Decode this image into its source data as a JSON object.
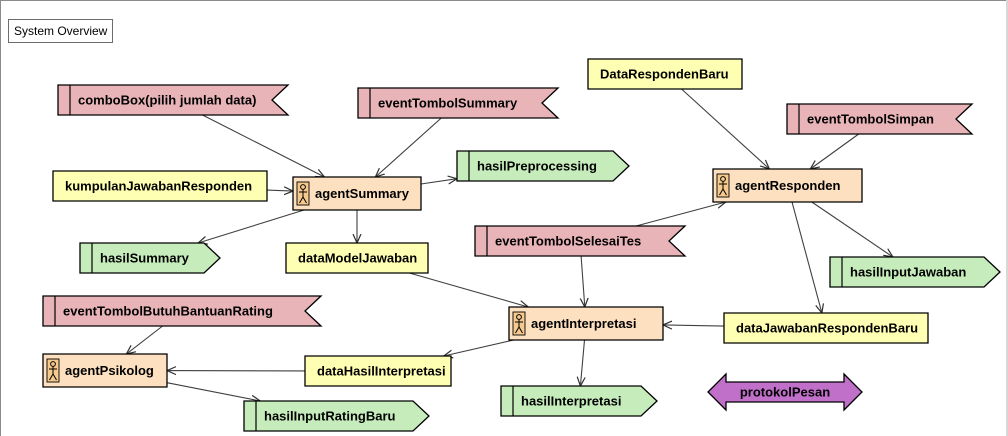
{
  "diagram": {
    "title": "System Overview",
    "nodes": [
      {
        "id": "comboBox",
        "label": "comboBox(pilih jumlah data)",
        "kind": "event"
      },
      {
        "id": "eventTombolSummary",
        "label": "eventTombolSummary",
        "kind": "event"
      },
      {
        "id": "DataRespondenBaru",
        "label": "DataRespondenBaru",
        "kind": "data"
      },
      {
        "id": "eventTombolSimpan",
        "label": "eventTombolSimpan",
        "kind": "event"
      },
      {
        "id": "kumpulanJawabanResponden",
        "label": "kumpulanJawabanResponden",
        "kind": "data"
      },
      {
        "id": "agentSummary",
        "label": "agentSummary",
        "kind": "agent"
      },
      {
        "id": "hasilPreprocessing",
        "label": "hasilPreprocessing",
        "kind": "output"
      },
      {
        "id": "agentResponden",
        "label": "agentResponden",
        "kind": "agent"
      },
      {
        "id": "hasilSummary",
        "label": "hasilSummary",
        "kind": "output"
      },
      {
        "id": "dataModelJawaban",
        "label": "dataModelJawaban",
        "kind": "data"
      },
      {
        "id": "eventTombolSelesaiTes",
        "label": "eventTombolSelesaiTes",
        "kind": "event"
      },
      {
        "id": "hasilInputJawaban",
        "label": "hasilInputJawaban",
        "kind": "output"
      },
      {
        "id": "eventTombolButuhBantuanRating",
        "label": "eventTombolButuhBantuanRating",
        "kind": "event"
      },
      {
        "id": "agentInterpretasi",
        "label": "agentInterpretasi",
        "kind": "agent"
      },
      {
        "id": "dataJawabanRespondenBaru",
        "label": "dataJawabanRespondenBaru",
        "kind": "data"
      },
      {
        "id": "agentPsikolog",
        "label": "agentPsikolog",
        "kind": "agent"
      },
      {
        "id": "dataHasilInterpretasi",
        "label": "dataHasilInterpretasi",
        "kind": "data"
      },
      {
        "id": "hasilInterpretasi",
        "label": "hasilInterpretasi",
        "kind": "output"
      },
      {
        "id": "protokolPesan",
        "label": "protokolPesan",
        "kind": "protocol"
      },
      {
        "id": "hasilInputRatingBaru",
        "label": "hasilInputRatingBaru",
        "kind": "output"
      }
    ],
    "edges": [
      {
        "from": "comboBox",
        "to": "agentSummary"
      },
      {
        "from": "eventTombolSummary",
        "to": "agentSummary"
      },
      {
        "from": "kumpulanJawabanResponden",
        "to": "agentSummary"
      },
      {
        "from": "agentSummary",
        "to": "hasilPreprocessing"
      },
      {
        "from": "agentSummary",
        "to": "hasilSummary"
      },
      {
        "from": "agentSummary",
        "to": "dataModelJawaban"
      },
      {
        "from": "DataRespondenBaru",
        "to": "agentResponden"
      },
      {
        "from": "eventTombolSimpan",
        "to": "agentResponden"
      },
      {
        "from": "eventTombolSelesaiTes",
        "to": "agentResponden"
      },
      {
        "from": "agentResponden",
        "to": "hasilInputJawaban"
      },
      {
        "from": "agentResponden",
        "to": "dataJawabanRespondenBaru"
      },
      {
        "from": "eventTombolSelesaiTes",
        "to": "agentInterpretasi"
      },
      {
        "from": "dataModelJawaban",
        "to": "agentInterpretasi"
      },
      {
        "from": "dataJawabanRespondenBaru",
        "to": "agentInterpretasi"
      },
      {
        "from": "agentInterpretasi",
        "to": "dataHasilInterpretasi"
      },
      {
        "from": "agentInterpretasi",
        "to": "hasilInterpretasi"
      },
      {
        "from": "dataHasilInterpretasi",
        "to": "agentPsikolog"
      },
      {
        "from": "eventTombolButuhBantuanRating",
        "to": "agentPsikolog"
      },
      {
        "from": "agentPsikolog",
        "to": "hasilInputRatingBaru"
      }
    ],
    "colors": {
      "event": "#e8b4b8",
      "data": "#ffffb3",
      "agent": "#fde0c0",
      "output": "#c6ecbc",
      "protocol": "#c070c8",
      "stroke": "#000000",
      "edge": "#404040"
    }
  }
}
